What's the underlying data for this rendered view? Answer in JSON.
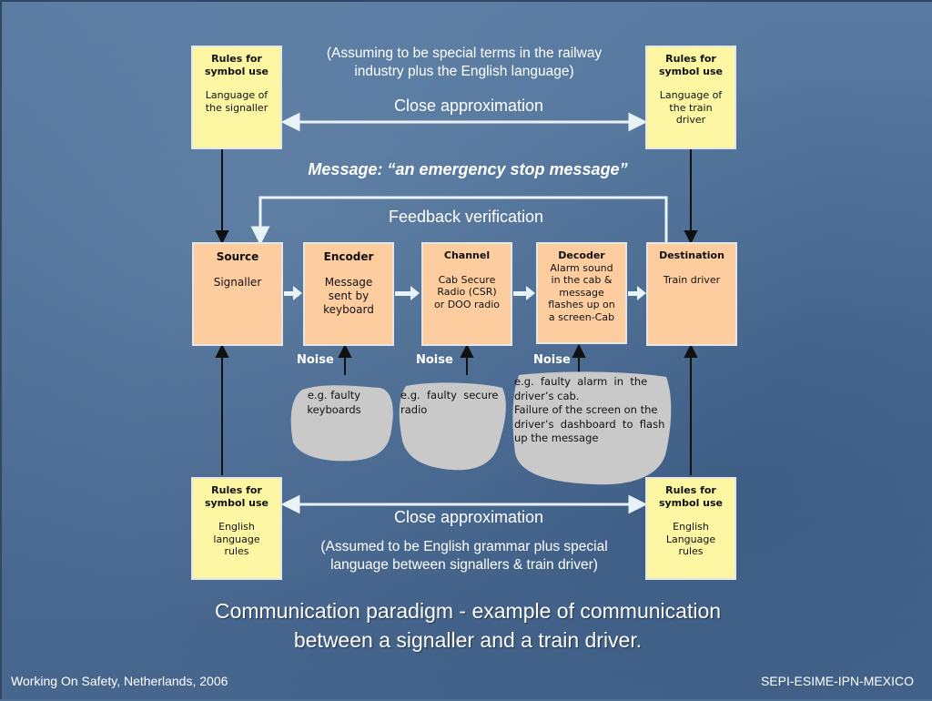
{
  "top_note": [
    "(Assuming to be special terms in the railway",
    "industry plus the English language)"
  ],
  "close_top": "Close approximation",
  "message": "Message: “an emergency stop message”",
  "feedback": "Feedback verification",
  "rules_top_left": {
    "title": [
      "Rules for",
      "symbol use"
    ],
    "body": [
      "Language of",
      "the signaller"
    ]
  },
  "rules_top_right": {
    "title": [
      "Rules for",
      "symbol use"
    ],
    "body": [
      "Language of",
      "the train",
      "driver"
    ]
  },
  "source": {
    "title": "Source",
    "body": [
      "Signaller"
    ]
  },
  "encoder": {
    "title": "Encoder",
    "body": [
      "Message",
      "sent by",
      "keyboard"
    ]
  },
  "channel": {
    "title": "Channel",
    "body": [
      "Cab Secure",
      "Radio (CSR)",
      "or DOO radio"
    ]
  },
  "decoder": {
    "title": "Decoder",
    "body": [
      "Alarm sound",
      "in the cab &",
      "message",
      "flashes up on",
      "a screen-Cab"
    ]
  },
  "destination": {
    "title": "Destination",
    "body": [
      "Train driver"
    ]
  },
  "noise_label": "Noise",
  "noise1": [
    "e.g. faulty",
    "keyboards"
  ],
  "noise2": [
    "e.g.  faulty  secure",
    "radio"
  ],
  "noise3": [
    "e.g.  faulty  alarm  in  the",
    "driver’s cab.",
    "Failure of the screen on the",
    "driver’s  dashboard  to  flash",
    "up the message"
  ],
  "rules_bottom_left": {
    "title": [
      "Rules for",
      "symbol use"
    ],
    "body": [
      "English",
      "language",
      "rules"
    ]
  },
  "rules_bottom_right": {
    "title": [
      "Rules for",
      "symbol use"
    ],
    "body": [
      "English",
      "Language",
      "rules"
    ]
  },
  "close_bottom": "Close approximation",
  "bottom_note": [
    "(Assumed to be English grammar plus special",
    "language between signallers & train driver)"
  ],
  "caption": [
    "Communication paradigm - example of communication",
    "between a signaller and a train driver."
  ],
  "footer_left": "Working On Safety, Netherlands, 2006",
  "footer_right": "SEPI-ESIME-IPN-MEXICO",
  "colors": {
    "yellow_box": "#fdf7a3",
    "peach_box": "#fdcda0",
    "stone": "#c9c9c9",
    "background": "#4f6f94"
  }
}
